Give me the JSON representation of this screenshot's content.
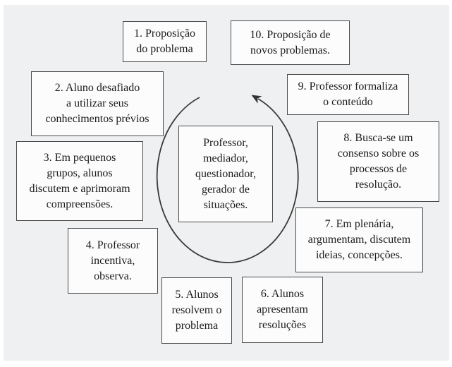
{
  "diagram": {
    "title_hint": "ciclo de ensino por resolução de problemas",
    "colors": {
      "panel_background": "#eff0f2",
      "box_fill": "#fcfcfd",
      "box_border": "#4a4a4a",
      "text": "#1b1b1b",
      "arrow": "#3a3a3a"
    },
    "center": {
      "lines": [
        "Professor,",
        "mediador,",
        "questionador,",
        "gerador de",
        "situações."
      ]
    },
    "steps": [
      {
        "lines": [
          "1. Proposição",
          "do problema"
        ]
      },
      {
        "lines": [
          "2. Aluno desafiado",
          "a utilizar seus",
          "conhecimentos prévios"
        ]
      },
      {
        "lines": [
          "3. Em pequenos",
          "grupos, alunos",
          "discutem e aprimoram",
          "compreensões."
        ]
      },
      {
        "lines": [
          "4. Professor",
          "incentiva,",
          "observa."
        ]
      },
      {
        "lines": [
          "5. Alunos",
          "resolvem o",
          "problema"
        ]
      },
      {
        "lines": [
          "6. Alunos",
          "apresentam",
          "resoluções"
        ]
      },
      {
        "lines": [
          "7. Em plenária,",
          "argumentam, discutem",
          "ideias, concepções."
        ]
      },
      {
        "lines": [
          "8. Busca-se um",
          "consenso sobre os",
          "processos de",
          "resolução."
        ]
      },
      {
        "lines": [
          "9. Professor formaliza",
          "o conteúdo"
        ]
      },
      {
        "lines": [
          "10. Proposição de",
          "novos problemas."
        ]
      }
    ],
    "cycle_direction": "counterclockwise"
  }
}
